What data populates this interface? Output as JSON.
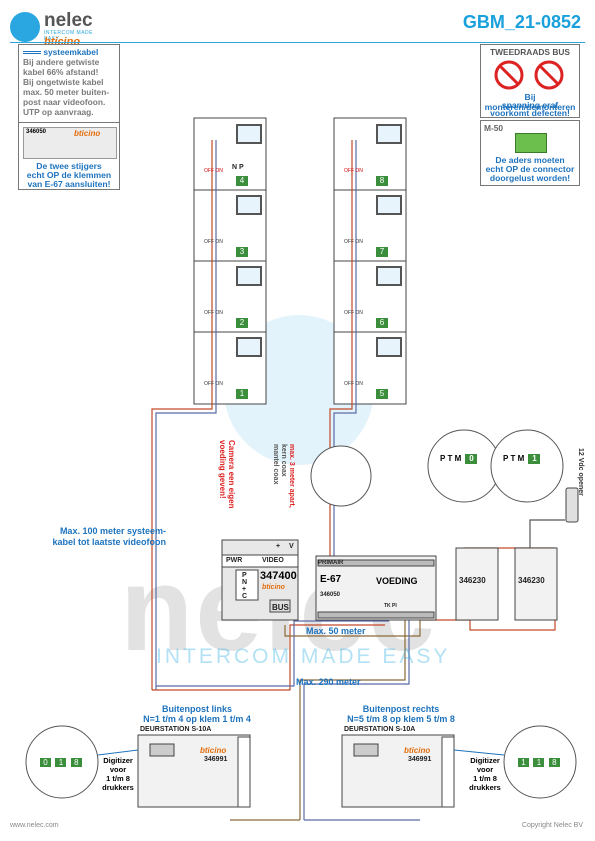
{
  "brand": {
    "name": "nelec",
    "tagline": "INTERCOM MADE EASY",
    "partner": "bticino"
  },
  "doc_code": "GBM_21-0852",
  "left_note": {
    "legend": "systeemkabel",
    "lines": [
      "Bij andere getwiste",
      "kabel 66% afstand!",
      "Bij ongetwiste kabel",
      "max. 50 meter buiten-",
      "post naar videofoon.",
      "UTP op aanvraag."
    ],
    "device_code": "346050",
    "caption": [
      "De twee stijgers",
      "echt OP de klemmen",
      "van E-67 aansluiten!"
    ]
  },
  "right_note": {
    "title": "TWEEDRAADS BUS",
    "warning": [
      "Bij monteren/demonteren",
      "spanning eraf",
      "voorkomt defecten!"
    ],
    "m50": "M-50",
    "m50_caption": [
      "De aders moeten",
      "echt OP de connector",
      "doorgelust worden!"
    ]
  },
  "phones_left": [
    {
      "n": "4"
    },
    {
      "n": "3"
    },
    {
      "n": "2"
    },
    {
      "n": "1"
    }
  ],
  "phones_right": [
    {
      "n": "8"
    },
    {
      "n": "7"
    },
    {
      "n": "6"
    },
    {
      "n": "5"
    }
  ],
  "phone_labels": {
    "off_on": "OFF ON",
    "n": "N",
    "p": "P"
  },
  "video_unit": {
    "code": "347400",
    "pwr": "PWR",
    "video": "VIDEO",
    "bus": "BUS",
    "v": "V",
    "plus": "+",
    "terms": [
      "P",
      "N",
      "+",
      "C"
    ]
  },
  "camera_note": [
    "Camera een eigen",
    "voeding geven!"
  ],
  "coax_note": [
    "max. 3 meter apart,",
    "kern coax",
    "mantel coax"
  ],
  "power": {
    "primair": "PRIMAIR",
    "code": "E-67",
    "title": "VOEDING",
    "part": "346050",
    "terms": "TK PI"
  },
  "relays": [
    {
      "code": "346230",
      "dip": "0"
    },
    {
      "code": "346230",
      "dip": "1"
    }
  ],
  "relay_cfg": {
    "p": "P",
    "t": "T",
    "m": "M"
  },
  "opener": "12 Vdc opener",
  "distances": {
    "system": [
      "Max. 100 meter systeem-",
      "kabel tot laatste videofoon"
    ],
    "d50": "Max. 50 meter",
    "d290": "Max. 290 meter"
  },
  "door_left": {
    "title": [
      "Buitenpost links",
      "N=1 t/m 4 op klem 1 t/m 4"
    ],
    "model": "DEURSTATION S-10A",
    "code": "346991",
    "digits": [
      "0",
      "1",
      "8"
    ]
  },
  "door_right": {
    "title": [
      "Buitenpost rechts",
      "N=5 t/m 8 op klem 5 t/m 8"
    ],
    "model": "DEURSTATION S-10A",
    "code": "346991",
    "digits": [
      "1",
      "1",
      "8"
    ]
  },
  "digitizer": [
    "Digitizer",
    "voor",
    "1 t/m 8",
    "drukkers"
  ],
  "footer": {
    "left": "www.nelec.com",
    "right": "Copyright Nelec BV"
  }
}
